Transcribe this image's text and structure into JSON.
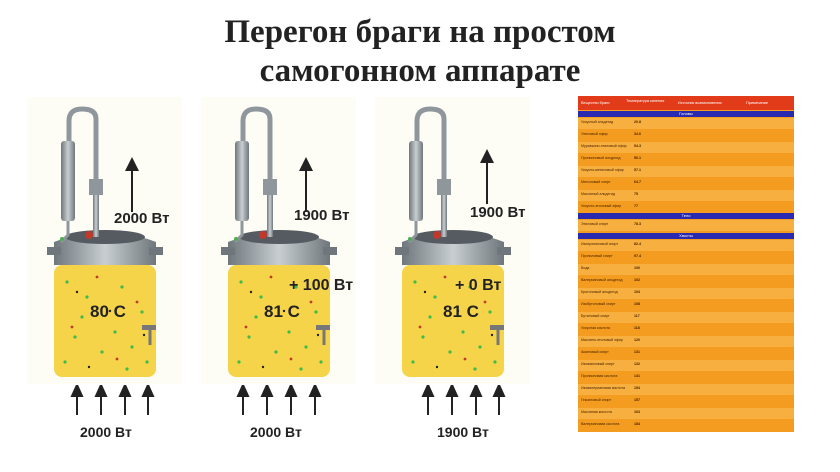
{
  "title": {
    "line1": "Перегон браги на простом",
    "line2": "самогонном аппарате"
  },
  "panels": [
    {
      "temperature": "80 С",
      "top_power": "2000 Вт",
      "extra_power": "",
      "bottom_power": "2000 Вт"
    },
    {
      "temperature": "81 С",
      "top_power": "1900 Вт",
      "extra_power": "+ 100 Вт",
      "bottom_power": "2000 Вт"
    },
    {
      "temperature": "81 С",
      "top_power": "1900 Вт",
      "extra_power": "+ 0 Вт",
      "bottom_power": "1900 Вт"
    }
  ],
  "table": {
    "headers": [
      "Вещество браги",
      "Температура кипения",
      "Источник возникновения",
      "Примечание"
    ],
    "sections": [
      "Головы",
      "Тело",
      "Хвосты"
    ],
    "head_rows": [
      {
        "name": "Уксусный альдегид",
        "temp": "20.8"
      },
      {
        "name": "Этиловый эфир",
        "temp": "34.6"
      },
      {
        "name": "Муравьино-этиловый эфир",
        "temp": "54.3"
      },
      {
        "name": "Пропионовый альдегид",
        "temp": "56.1"
      },
      {
        "name": "Уксусно-метиловый эфир",
        "temp": "57.1"
      },
      {
        "name": "Метиловый спирт",
        "temp": "64.7"
      },
      {
        "name": "Масляный альдегид",
        "temp": "75"
      },
      {
        "name": "Уксусно-этиловый эфир",
        "temp": "77"
      }
    ],
    "body_rows": [
      {
        "name": "Этиловый спирт",
        "temp": "78.3"
      }
    ],
    "tail_rows": [
      {
        "name": "Изопропиловый спирт",
        "temp": "82.4"
      },
      {
        "name": "Пропиловый спирт",
        "temp": "97.4"
      },
      {
        "name": "Вода",
        "temp": "100"
      },
      {
        "name": "Валериановый альдегид",
        "temp": "102"
      },
      {
        "name": "Кротоновый альдегид",
        "temp": "104"
      },
      {
        "name": "Изобутиловый спирт",
        "temp": "108"
      },
      {
        "name": "Бутиловый спирт",
        "temp": "117"
      },
      {
        "name": "Уксусная кислота",
        "temp": "118"
      },
      {
        "name": "Масляно-этиловый эфир",
        "temp": "120"
      },
      {
        "name": "Амиловый спирт",
        "temp": "131"
      },
      {
        "name": "Изоамиловый спирт",
        "temp": "132"
      },
      {
        "name": "Пропионовая кислота",
        "temp": "141"
      },
      {
        "name": "Изовалериановая кислота",
        "temp": "154"
      },
      {
        "name": "Гексиловый спирт",
        "temp": "157"
      },
      {
        "name": "Масляная кислота",
        "temp": "163"
      },
      {
        "name": "Валериановая кислота",
        "temp": "184"
      }
    ]
  },
  "colors": {
    "mash_fill": "#f6d44a",
    "metal": "#8f979c",
    "table_bg": "#f39c1f",
    "section_band": "#2a2ab0",
    "header_bg": "#e23b1a"
  }
}
